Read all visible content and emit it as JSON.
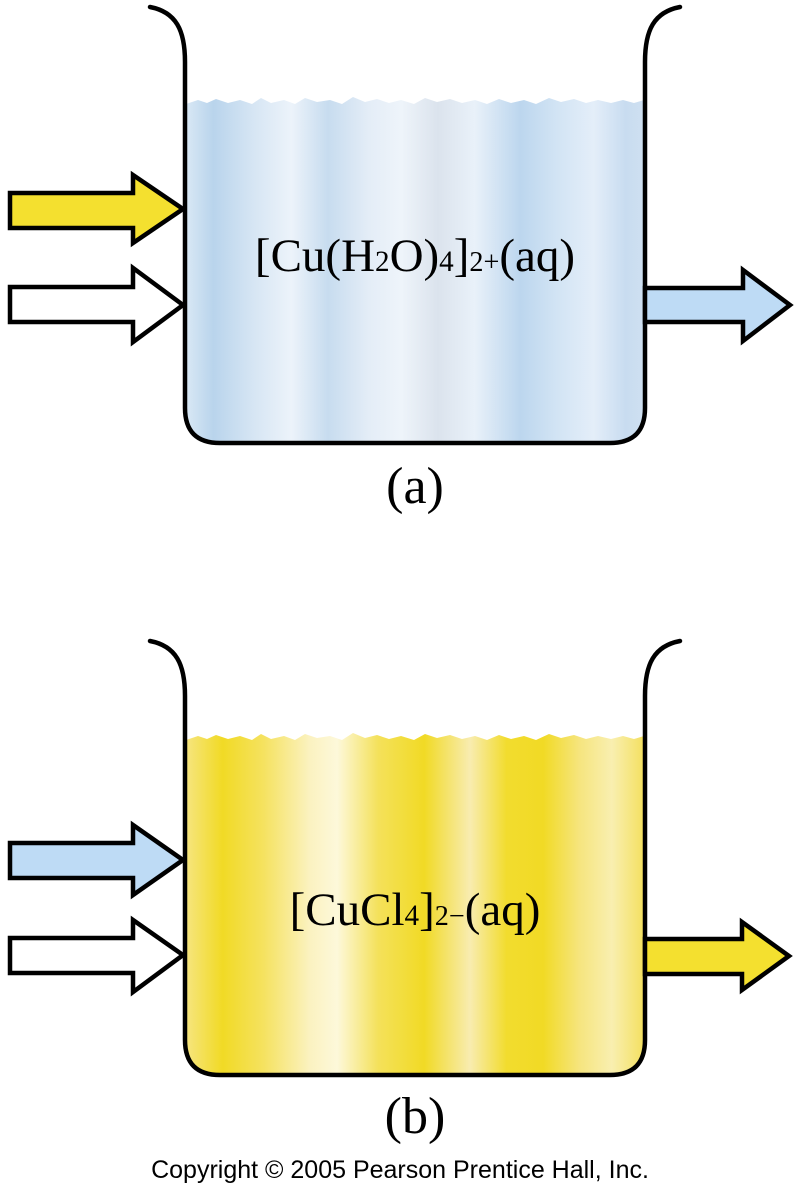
{
  "panel_a": {
    "caption": "(a)",
    "formula": {
      "seg1": "[Cu(H",
      "sub1": "2",
      "seg2": "O)",
      "sub2": "4",
      "seg3": "]",
      "sup1": "2+",
      "seg4": "(aq)"
    },
    "inflow_top_arrow": "yellow",
    "inflow_bottom_arrow": "white",
    "outflow_arrow": "blue"
  },
  "panel_b": {
    "caption": "(b)",
    "formula": {
      "seg1": "[CuCl",
      "sub1": "4",
      "seg2": "]",
      "sup1": "2−",
      "seg3": "(aq)"
    },
    "inflow_top_arrow": "blue",
    "inflow_bottom_arrow": "white",
    "outflow_arrow": "yellow"
  },
  "footer": {
    "copyright": "Copyright © 2005 Pearson Prentice Hall, Inc."
  },
  "colors": {
    "arrow_yellow": "#f4e02f",
    "arrow_blue": "#bedbf5",
    "arrow_white": "#ffffff",
    "outline": "#000000",
    "liquid_blue_dark": "#b9d4ec",
    "liquid_blue_light": "#ecf3fa",
    "liquid_yellow_bright": "#f1da25",
    "liquid_yellow_pale": "#fdf8da"
  }
}
